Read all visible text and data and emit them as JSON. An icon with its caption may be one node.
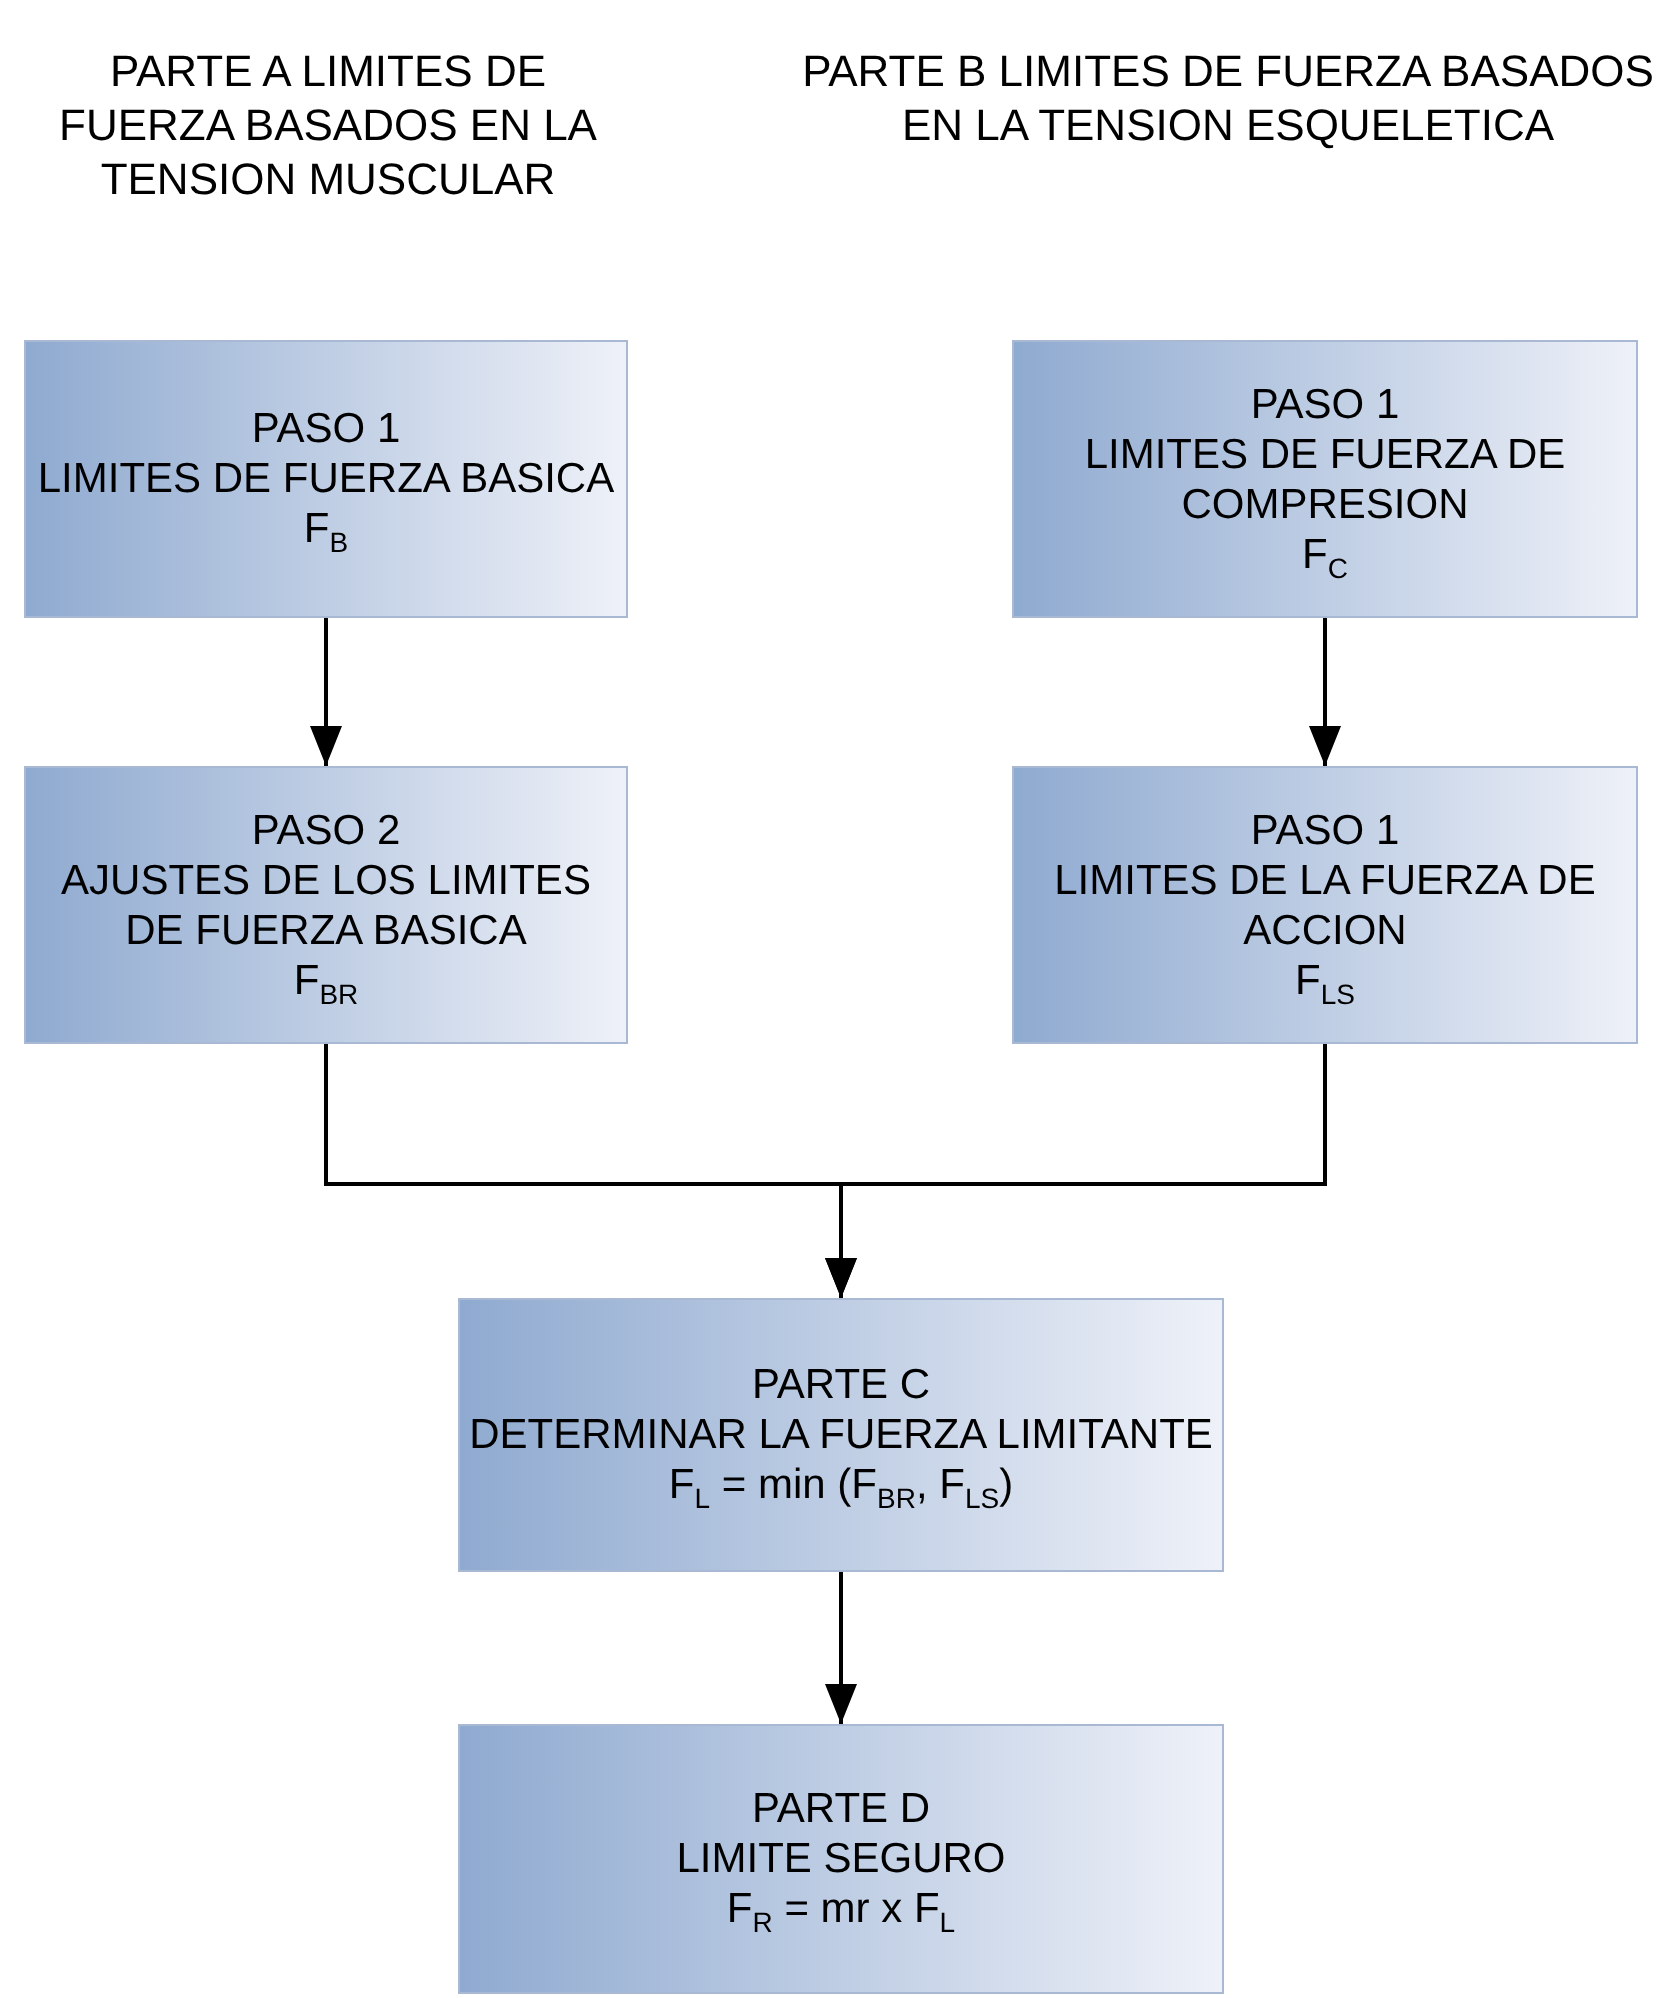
{
  "diagram": {
    "nodes": [
      {
        "text": [
          "PASO 1",
          "LIMITES DE FUERZA BASICA",
          "F$_{B}$"
        ]
      },
      {
        "text": [
          "PASO 1",
          "LIMITES DE FUERZA DE COMPRESION",
          "F$_{C}$"
        ]
      },
      {
        "text": [
          "PASO 2",
          "AJUSTES DE LOS LIMITES DE FUERZA BASICA",
          "F$_{BR}$"
        ]
      },
      {
        "text": [
          "PASO 1",
          "LIMITES DE LA FUERZA DE ACCION",
          "F$_{LS}$"
        ]
      },
      {
        "text": [
          "PARTE C",
          "DETERMINAR LA FUERZA LIMITANTE",
          "F$_{L}$ = min (F$_{BR}$, F$_{LS}$)"
        ]
      },
      {
        "text": [
          "PARTE D",
          "LIMITE SEGURO",
          "F$_{R}$ = mr x F$_{L}$"
        ]
      }
    ],
    "edges": [
      {
        "from": 0,
        "to": 2,
        "arrow": "to"
      },
      {
        "from": 1,
        "to": 3,
        "arrow": "to"
      },
      {
        "from": 2,
        "to": 4,
        "arrow": "to"
      },
      {
        "from": 3,
        "to": 4,
        "arrow": "to"
      },
      {
        "from": 4,
        "to": 5,
        "arrow": "to"
      }
    ],
    "labels": [
      "PARTE A LIMITES DE FUERZA BASADOS EN LA TENSION MUSCULAR",
      "PARTE B LIMITES DE FUERZA BASADOS EN LA TENSION ESQUELETICA"
    ]
  }
}
